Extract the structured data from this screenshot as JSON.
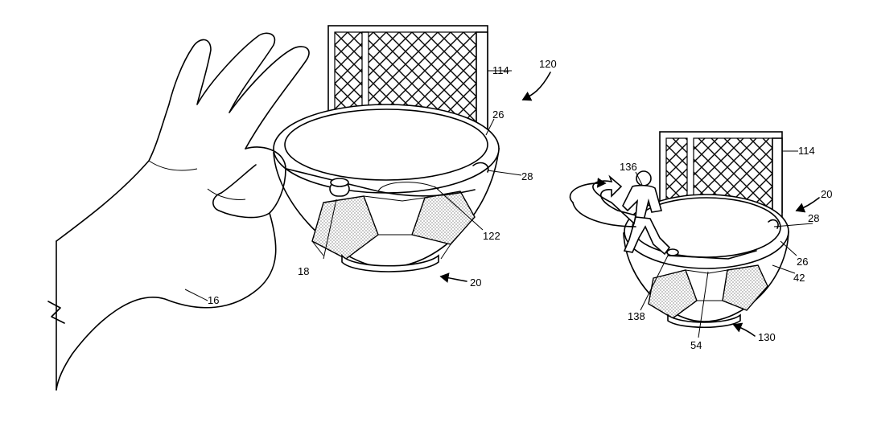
{
  "labels": {
    "fig1": {
      "goal": "114",
      "device": "120",
      "rim": "26",
      "cavity": "28",
      "button": "18",
      "track": "122",
      "bowl": "20",
      "hand": "16"
    },
    "fig2": {
      "player": "136",
      "goal": "114",
      "bowl": "20",
      "cavity": "28",
      "rim": "26",
      "shell": "42",
      "edge": "138",
      "surface": "54",
      "device": "130"
    }
  }
}
